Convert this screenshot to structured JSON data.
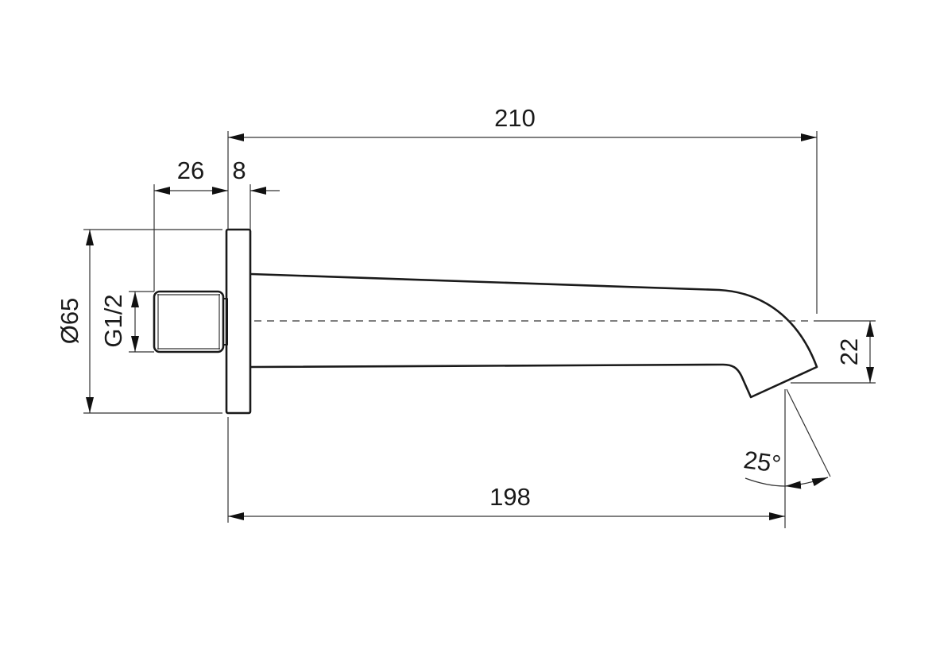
{
  "dimensions": {
    "total_length": "210",
    "thread_length": "26",
    "plate_thickness": "8",
    "plate_diameter": "Ø65",
    "thread_size": "G1/2",
    "outlet_drop": "22",
    "outlet_reach": "198",
    "outlet_angle": "25°"
  }
}
